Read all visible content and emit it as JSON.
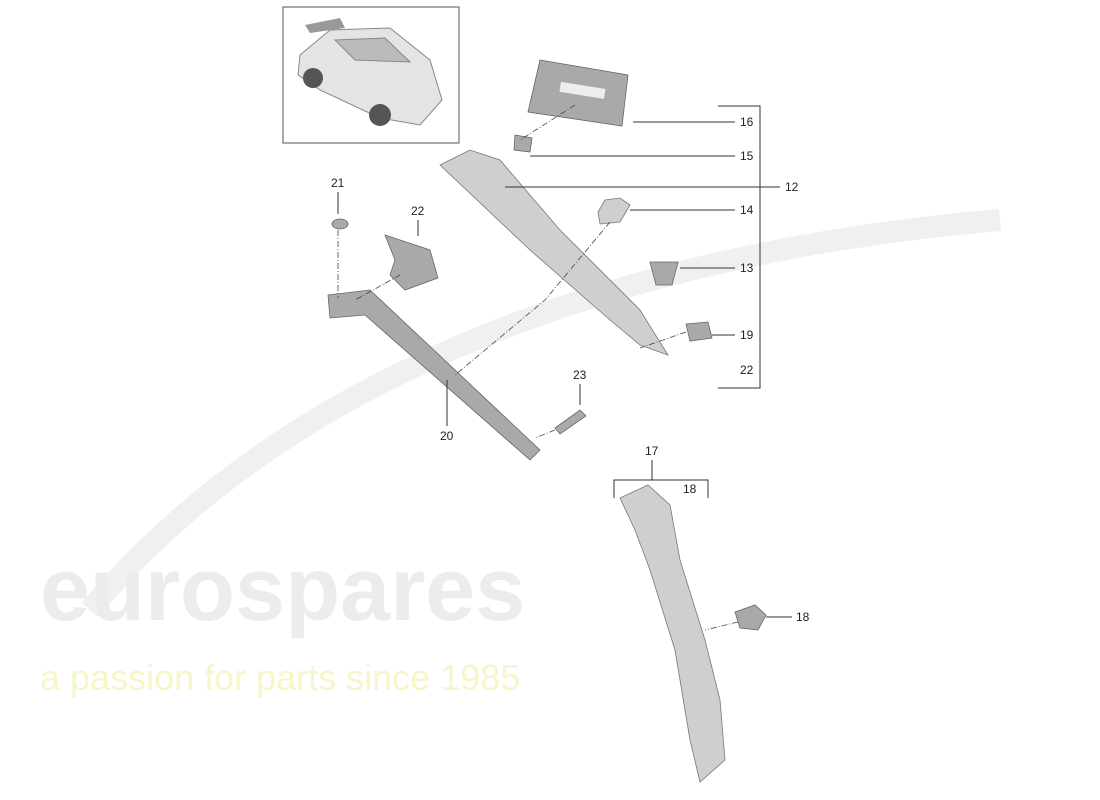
{
  "watermark": {
    "brand": "eurospares",
    "tagline": "a passion for parts since 1985"
  },
  "callouts": {
    "c16": "16",
    "c15": "15",
    "c12": "12",
    "c14": "14",
    "c13": "13",
    "c19": "19",
    "c22_right": "22",
    "c21": "21",
    "c22_left": "22",
    "c23": "23",
    "c20": "20",
    "c17": "17",
    "c18_bracket": "18",
    "c18": "18"
  }
}
